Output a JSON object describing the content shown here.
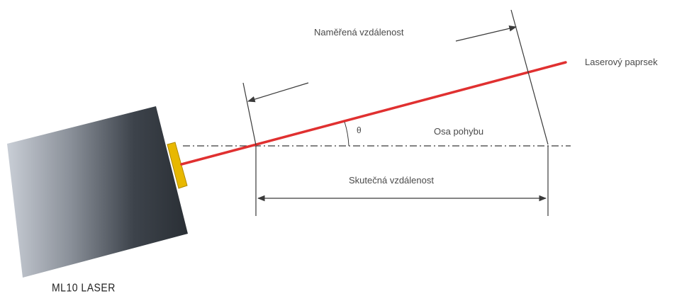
{
  "labels": {
    "measured_distance": "Naměřená vzdálenost",
    "laser_beam": "Laserový paprsek",
    "axis_of_motion": "Osa pohybu",
    "true_distance": "Skutečná vzdálenost",
    "angle": "θ",
    "device": "ML10 LASER"
  },
  "colors": {
    "beam": "#e03030",
    "lines": "#3a3a3a",
    "aperture": "#e8b800"
  }
}
